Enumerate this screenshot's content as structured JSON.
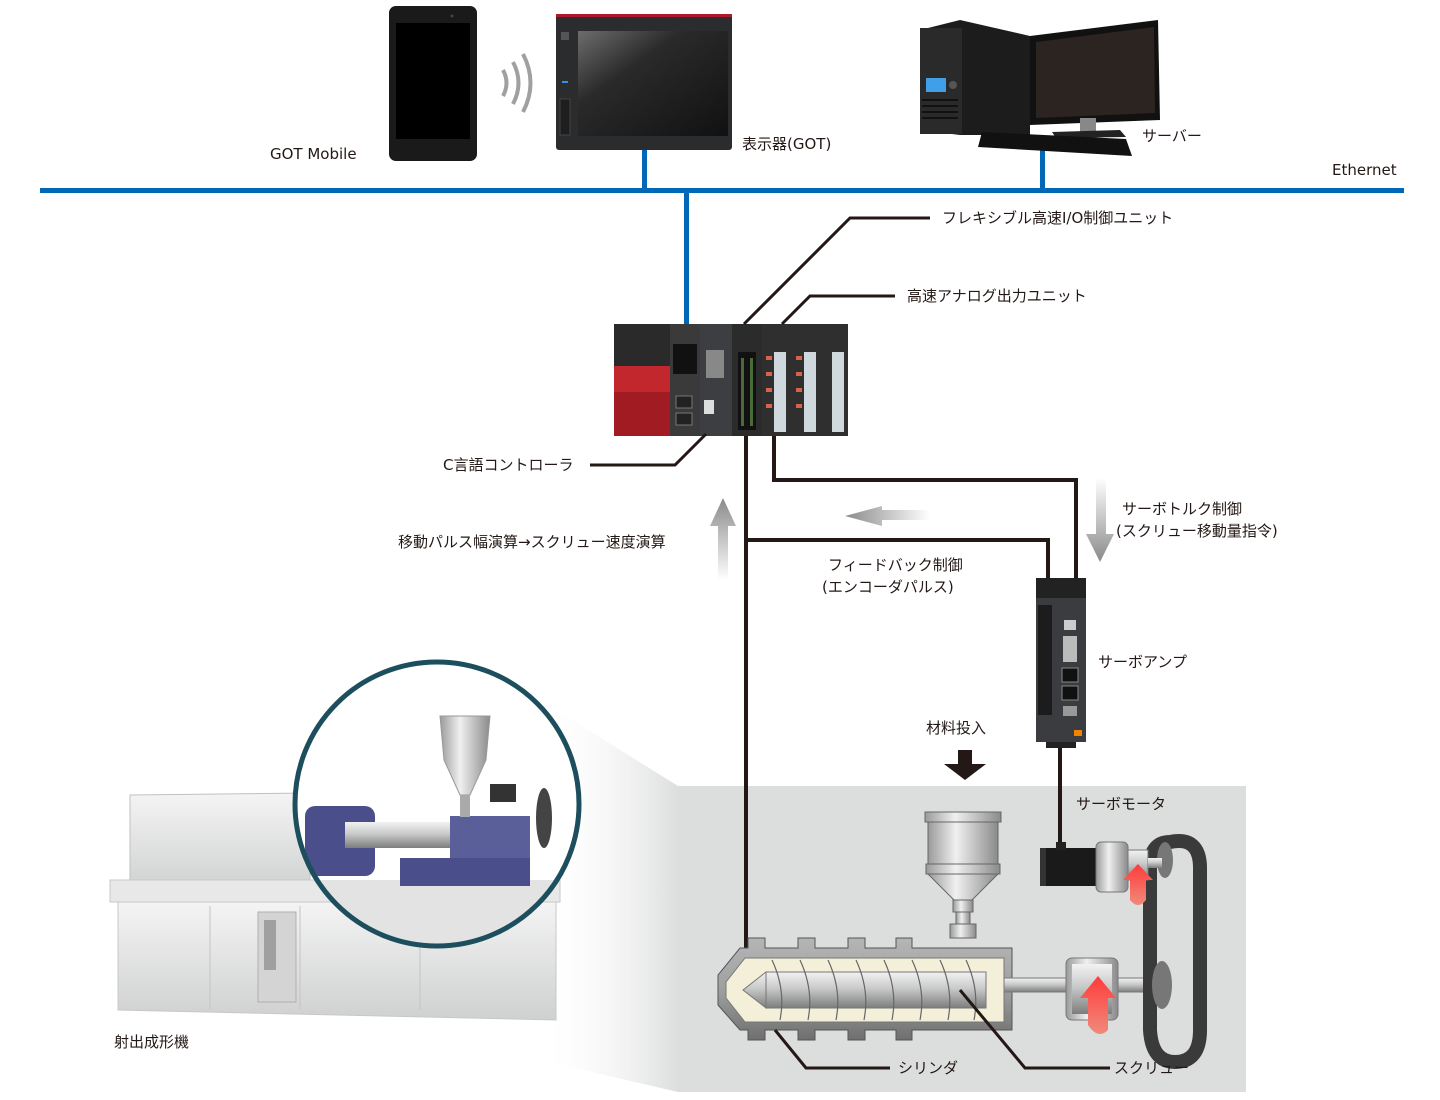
{
  "diagram": {
    "title": "C言語コントローラによる射出成形機制御システム構成",
    "network": {
      "label": "Ethernet",
      "color": "#0068b7"
    },
    "devices": {
      "got_mobile": "GOT Mobile",
      "got": "表示器(GOT)",
      "server": "サーバー",
      "flexible_io": "フレキシブル高速I/O制御ユニット",
      "analog_out": "高速アナログ出力ユニット",
      "c_controller": "C言語コントローラ",
      "servo_amp": "サーボアンプ",
      "servo_motor": "サーボモータ",
      "cylinder": "シリンダ",
      "screw": "スクリュー",
      "machine": "射出成形機"
    },
    "flows": {
      "calc": "移動パルス幅演算→スクリュー速度演算",
      "feedback_line1": "フィードバック制御",
      "feedback_line2": "(エンコーダパルス)",
      "torque_line1": "サーボトルク制御",
      "torque_line2": "(スクリュー移動量指令)",
      "material": "材料投入"
    },
    "colors": {
      "wire": "#231815",
      "accent_red": "#e60012",
      "panel_bg": "#dcdddd",
      "lens_ring": "#1d4e5e"
    }
  }
}
